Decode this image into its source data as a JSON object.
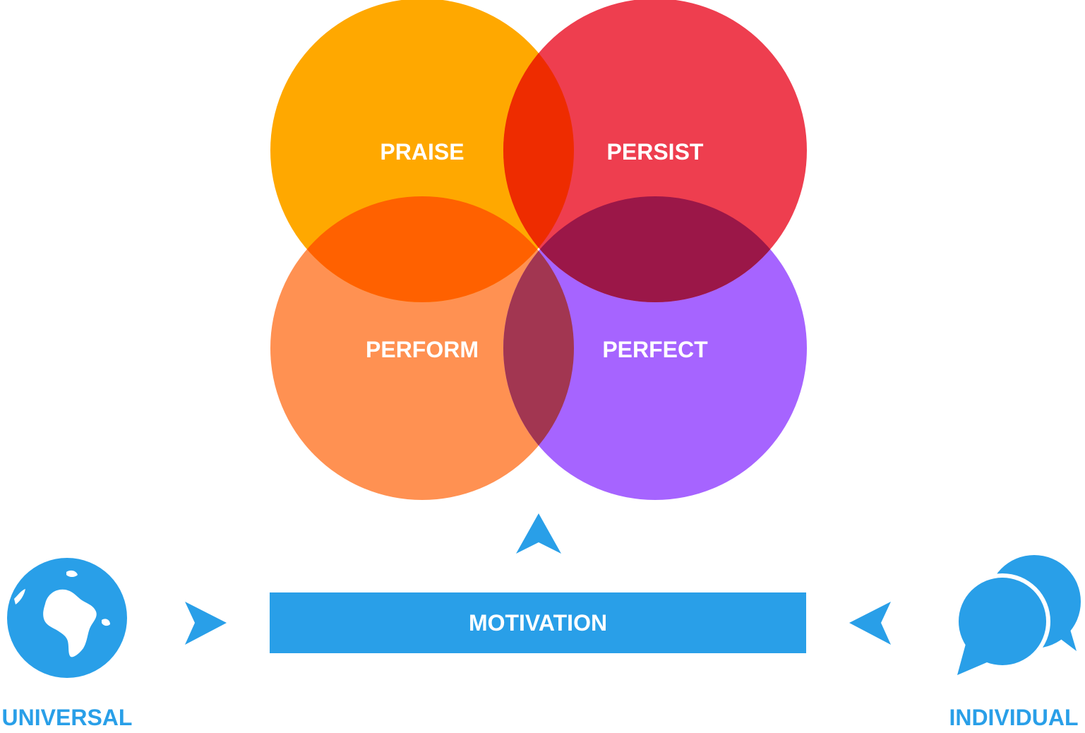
{
  "colors": {
    "praise": "#FFA800",
    "persist": "#EE3E4F",
    "perform": "#FF9152",
    "perfect": "#A664FF",
    "praise_persist": "#EE2C00",
    "praise_perform": "#FF6100",
    "persist_perfect": "#9B1748",
    "perform_perfect": "#A23651",
    "accent_blue": "#299FE8",
    "white": "#FFFFFF"
  },
  "circles": {
    "praise": {
      "label": "PRAISE"
    },
    "persist": {
      "label": "PERSIST"
    },
    "perform": {
      "label": "PERFORM"
    },
    "perfect": {
      "label": "PERFECT"
    }
  },
  "bar": {
    "label": "MOTIVATION"
  },
  "left": {
    "label": "UNIVERSAL",
    "icon": "globe-icon"
  },
  "right": {
    "label": "INDIVIDUAL",
    "icon": "chat-bubbles-icon"
  }
}
